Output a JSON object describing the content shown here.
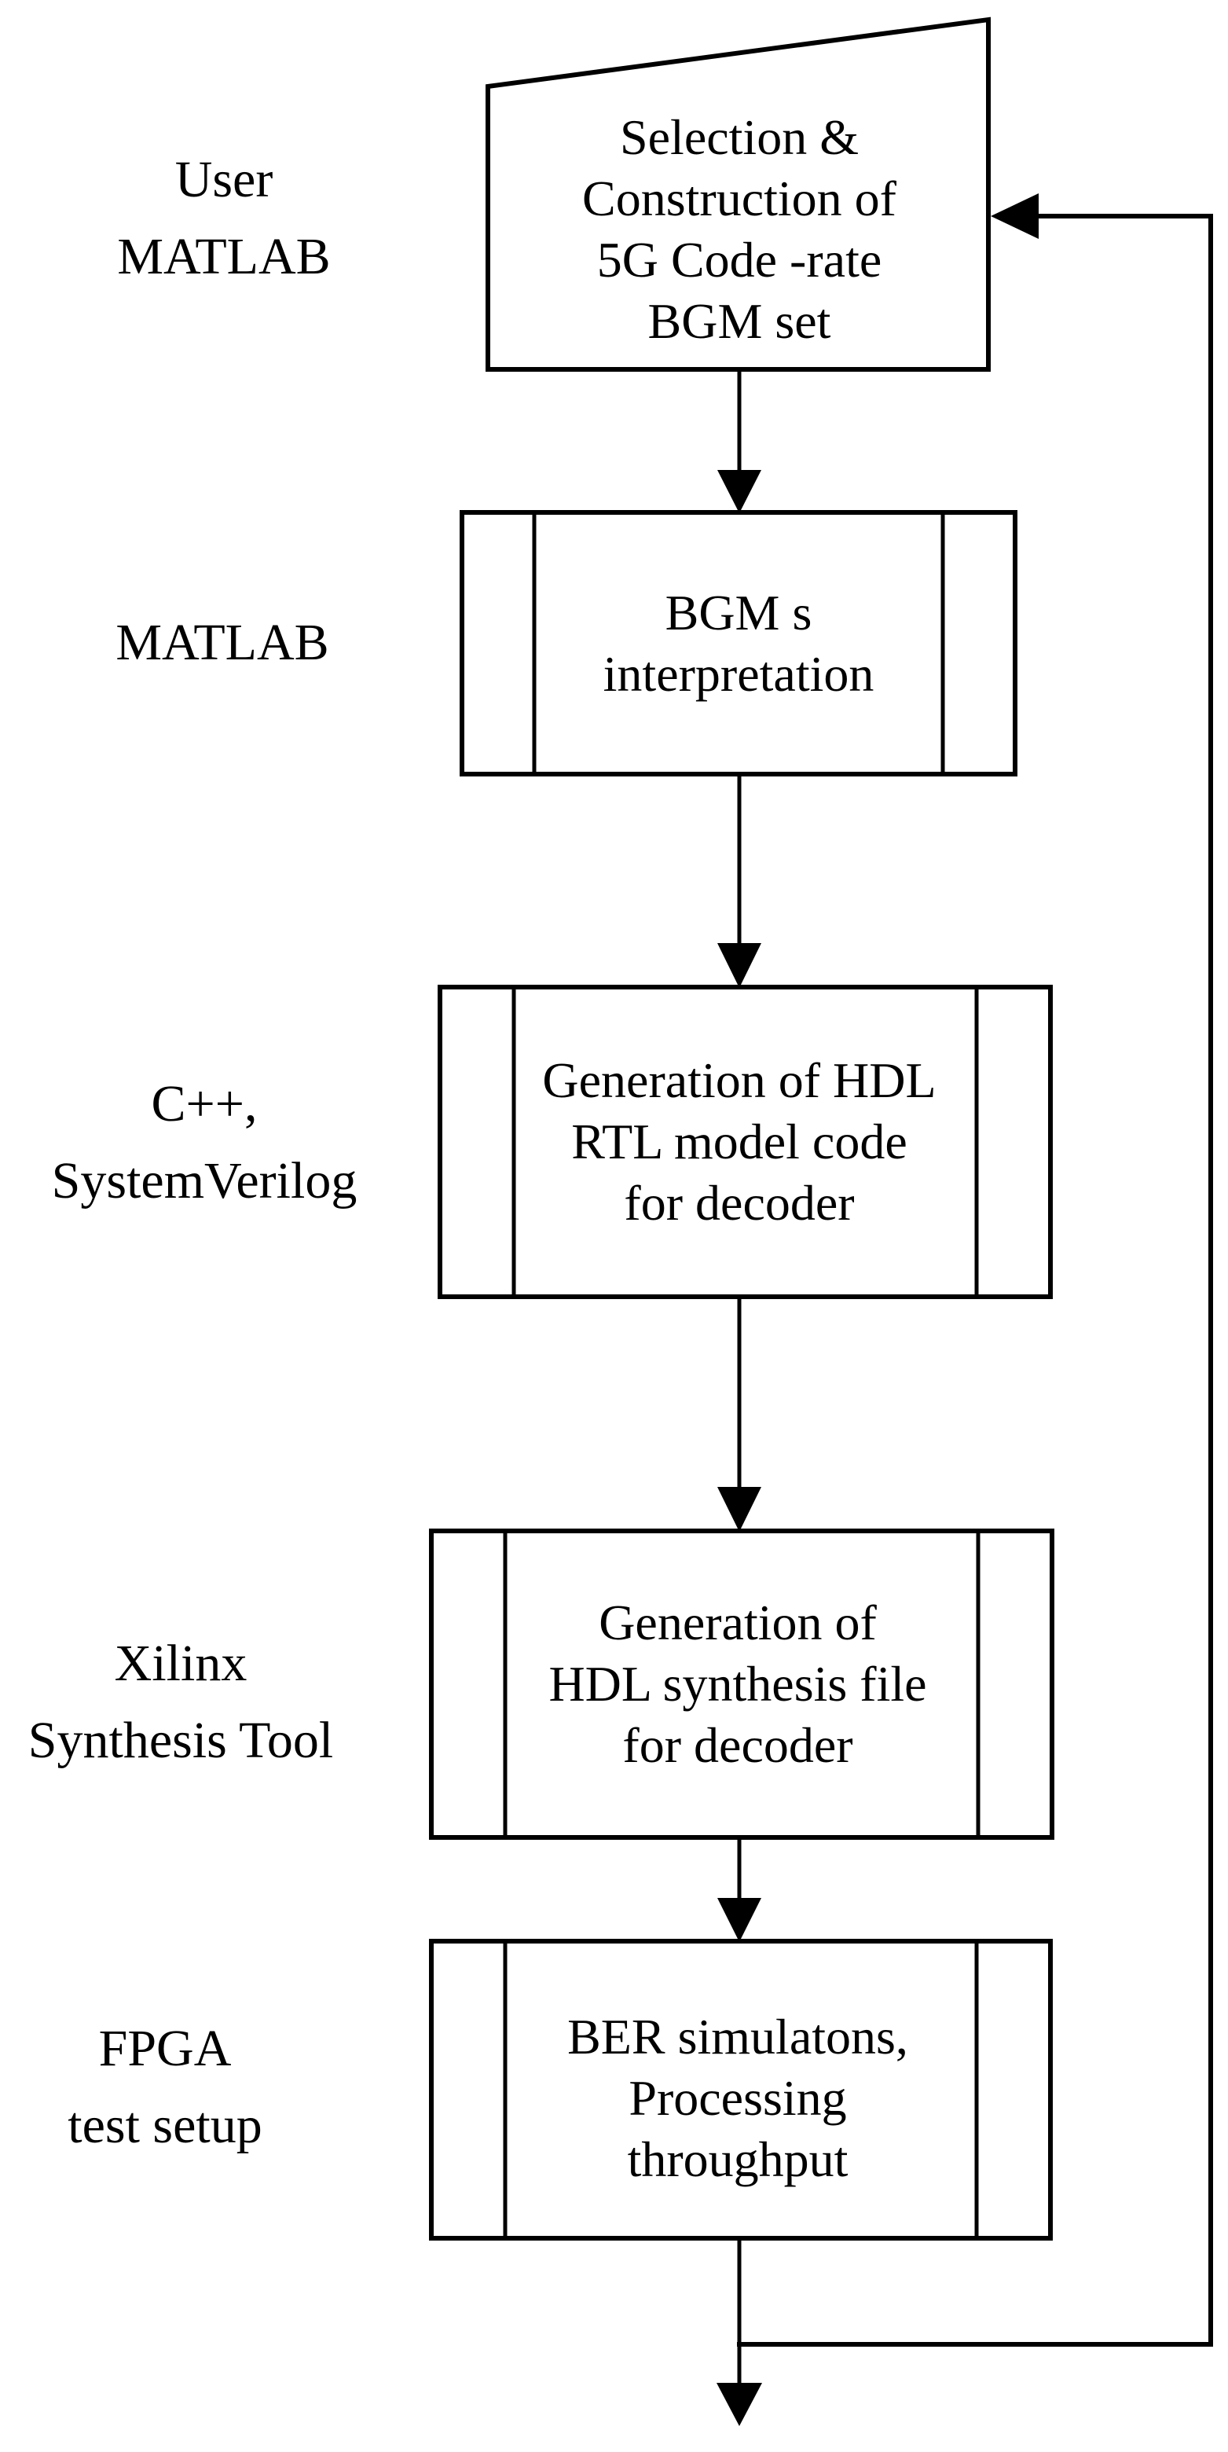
{
  "colors": {
    "line": "#000000",
    "bg": "#ffffff",
    "text": "#000000"
  },
  "side_labels": [
    {
      "lines": [
        "User",
        "MATLAB"
      ]
    },
    {
      "lines": [
        "MATLAB"
      ]
    },
    {
      "lines": [
        "C++,",
        "SystemVerilog"
      ]
    },
    {
      "lines": [
        "Xilinx",
        "Synthesis Tool"
      ]
    },
    {
      "lines": [
        "FPGA",
        "test setup"
      ]
    }
  ],
  "nodes": [
    {
      "shape": "manual-input",
      "lines": [
        "Selection &",
        "Construction of",
        "5G Code -rate",
        "BGM set"
      ]
    },
    {
      "shape": "predefined-process",
      "lines": [
        "BGM s",
        "interpretation"
      ]
    },
    {
      "shape": "predefined-process",
      "lines": [
        "Generation of HDL",
        "RTL model code",
        "for decoder"
      ]
    },
    {
      "shape": "predefined-process",
      "lines": [
        "Generation of",
        "HDL synthesis file",
        "for decoder"
      ]
    },
    {
      "shape": "predefined-process",
      "lines": [
        "BER simulatons,",
        "Processing",
        "throughput"
      ]
    }
  ]
}
